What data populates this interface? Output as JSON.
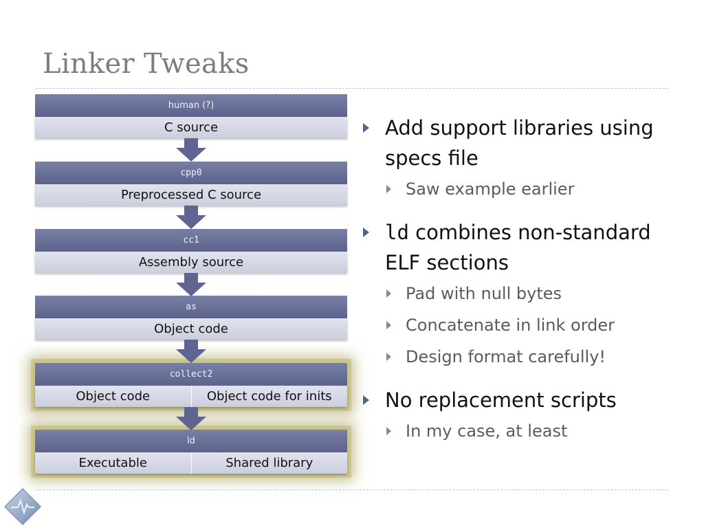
{
  "slide": {
    "title": "Linker Tweaks"
  },
  "pipeline": [
    {
      "tool": "human (?)",
      "mono": false,
      "glow": false,
      "outputs": [
        "C source"
      ]
    },
    {
      "tool": "cpp0",
      "mono": true,
      "glow": false,
      "outputs": [
        "Preprocessed C source"
      ]
    },
    {
      "tool": "cc1",
      "mono": true,
      "glow": false,
      "outputs": [
        "Assembly source"
      ]
    },
    {
      "tool": "as",
      "mono": true,
      "glow": false,
      "outputs": [
        "Object code"
      ]
    },
    {
      "tool": "collect2",
      "mono": true,
      "glow": true,
      "outputs": [
        "Object code",
        "Object code for inits"
      ]
    },
    {
      "tool": "ld",
      "mono": false,
      "glow": true,
      "outputs": [
        "Executable",
        "Shared library"
      ]
    }
  ],
  "bullets": [
    {
      "text": "Add support libraries using specs file",
      "sub": [
        "Saw example earlier"
      ]
    },
    {
      "code": "ld",
      "text": " combines non-standard ELF sections",
      "sub": [
        "Pad with null bytes",
        "Concatenate in link order",
        "Design format carefully!"
      ]
    },
    {
      "text": "No replacement scripts",
      "sub": [
        "In my case, at least"
      ]
    }
  ],
  "colors": {
    "header": "#646a92",
    "body": "#d6d8e4",
    "arrow": "#5e6590",
    "glow": "#a59d4c"
  },
  "icons": {
    "bullet": "triangle-right-icon",
    "logo": "diamond-waveform-logo-icon"
  }
}
